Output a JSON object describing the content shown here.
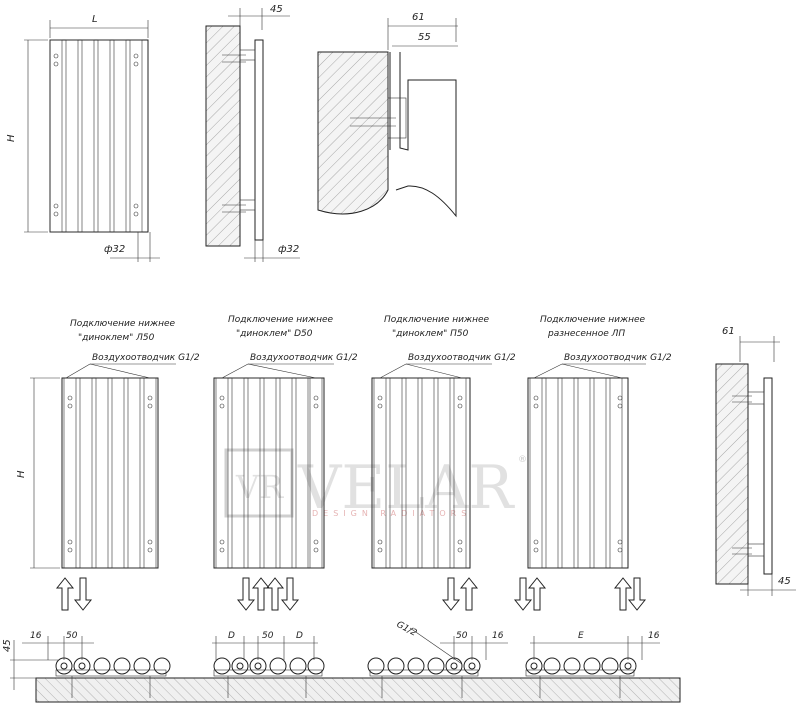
{
  "front_view": {
    "width_label": "L",
    "height_label": "H",
    "pipe_label": "ф32"
  },
  "side_view": {
    "depth_label": "45",
    "pipe_label": "ф32"
  },
  "detail_view": {
    "outer_label": "61",
    "inner_label": "55"
  },
  "connections": [
    {
      "title_line1": "Подключение нижнее",
      "title_line2": "\"диноклем\" Л50",
      "vent_label": "Воздухоотводчик G1/2",
      "arrows": [
        "up",
        "down"
      ]
    },
    {
      "title_line1": "Подключение нижнее",
      "title_line2": "\"диноклем\" D50",
      "vent_label": "Воздухоотводчик G1/2",
      "arrows": [
        "down",
        "up",
        "up",
        "down"
      ]
    },
    {
      "title_line1": "Подключение нижнее",
      "title_line2": "\"диноклем\" П50",
      "vent_label": "Воздухоотводчик G1/2",
      "arrows": [
        "down",
        "up"
      ]
    },
    {
      "title_line1": "Подключение нижнее",
      "title_line2": "разнесенное ЛП",
      "vent_label": "Воздухоотводчик G1/2",
      "arrows": [
        "down",
        "up",
        "up",
        "down"
      ]
    }
  ],
  "connection_height_label": "H",
  "right_side": {
    "top_label": "61",
    "bottom_label": "45"
  },
  "bottom_dims": {
    "left_height": "45",
    "g1": [
      "16",
      "50"
    ],
    "g2": [
      "D",
      "50",
      "D"
    ],
    "g3": [
      "G1/2",
      "50",
      "16"
    ],
    "g4": [
      "E",
      "16"
    ]
  },
  "watermark": {
    "logo": "VR",
    "brand": "VELAR",
    "reg": "®",
    "tagline": "DESIGN RADIATORS"
  }
}
